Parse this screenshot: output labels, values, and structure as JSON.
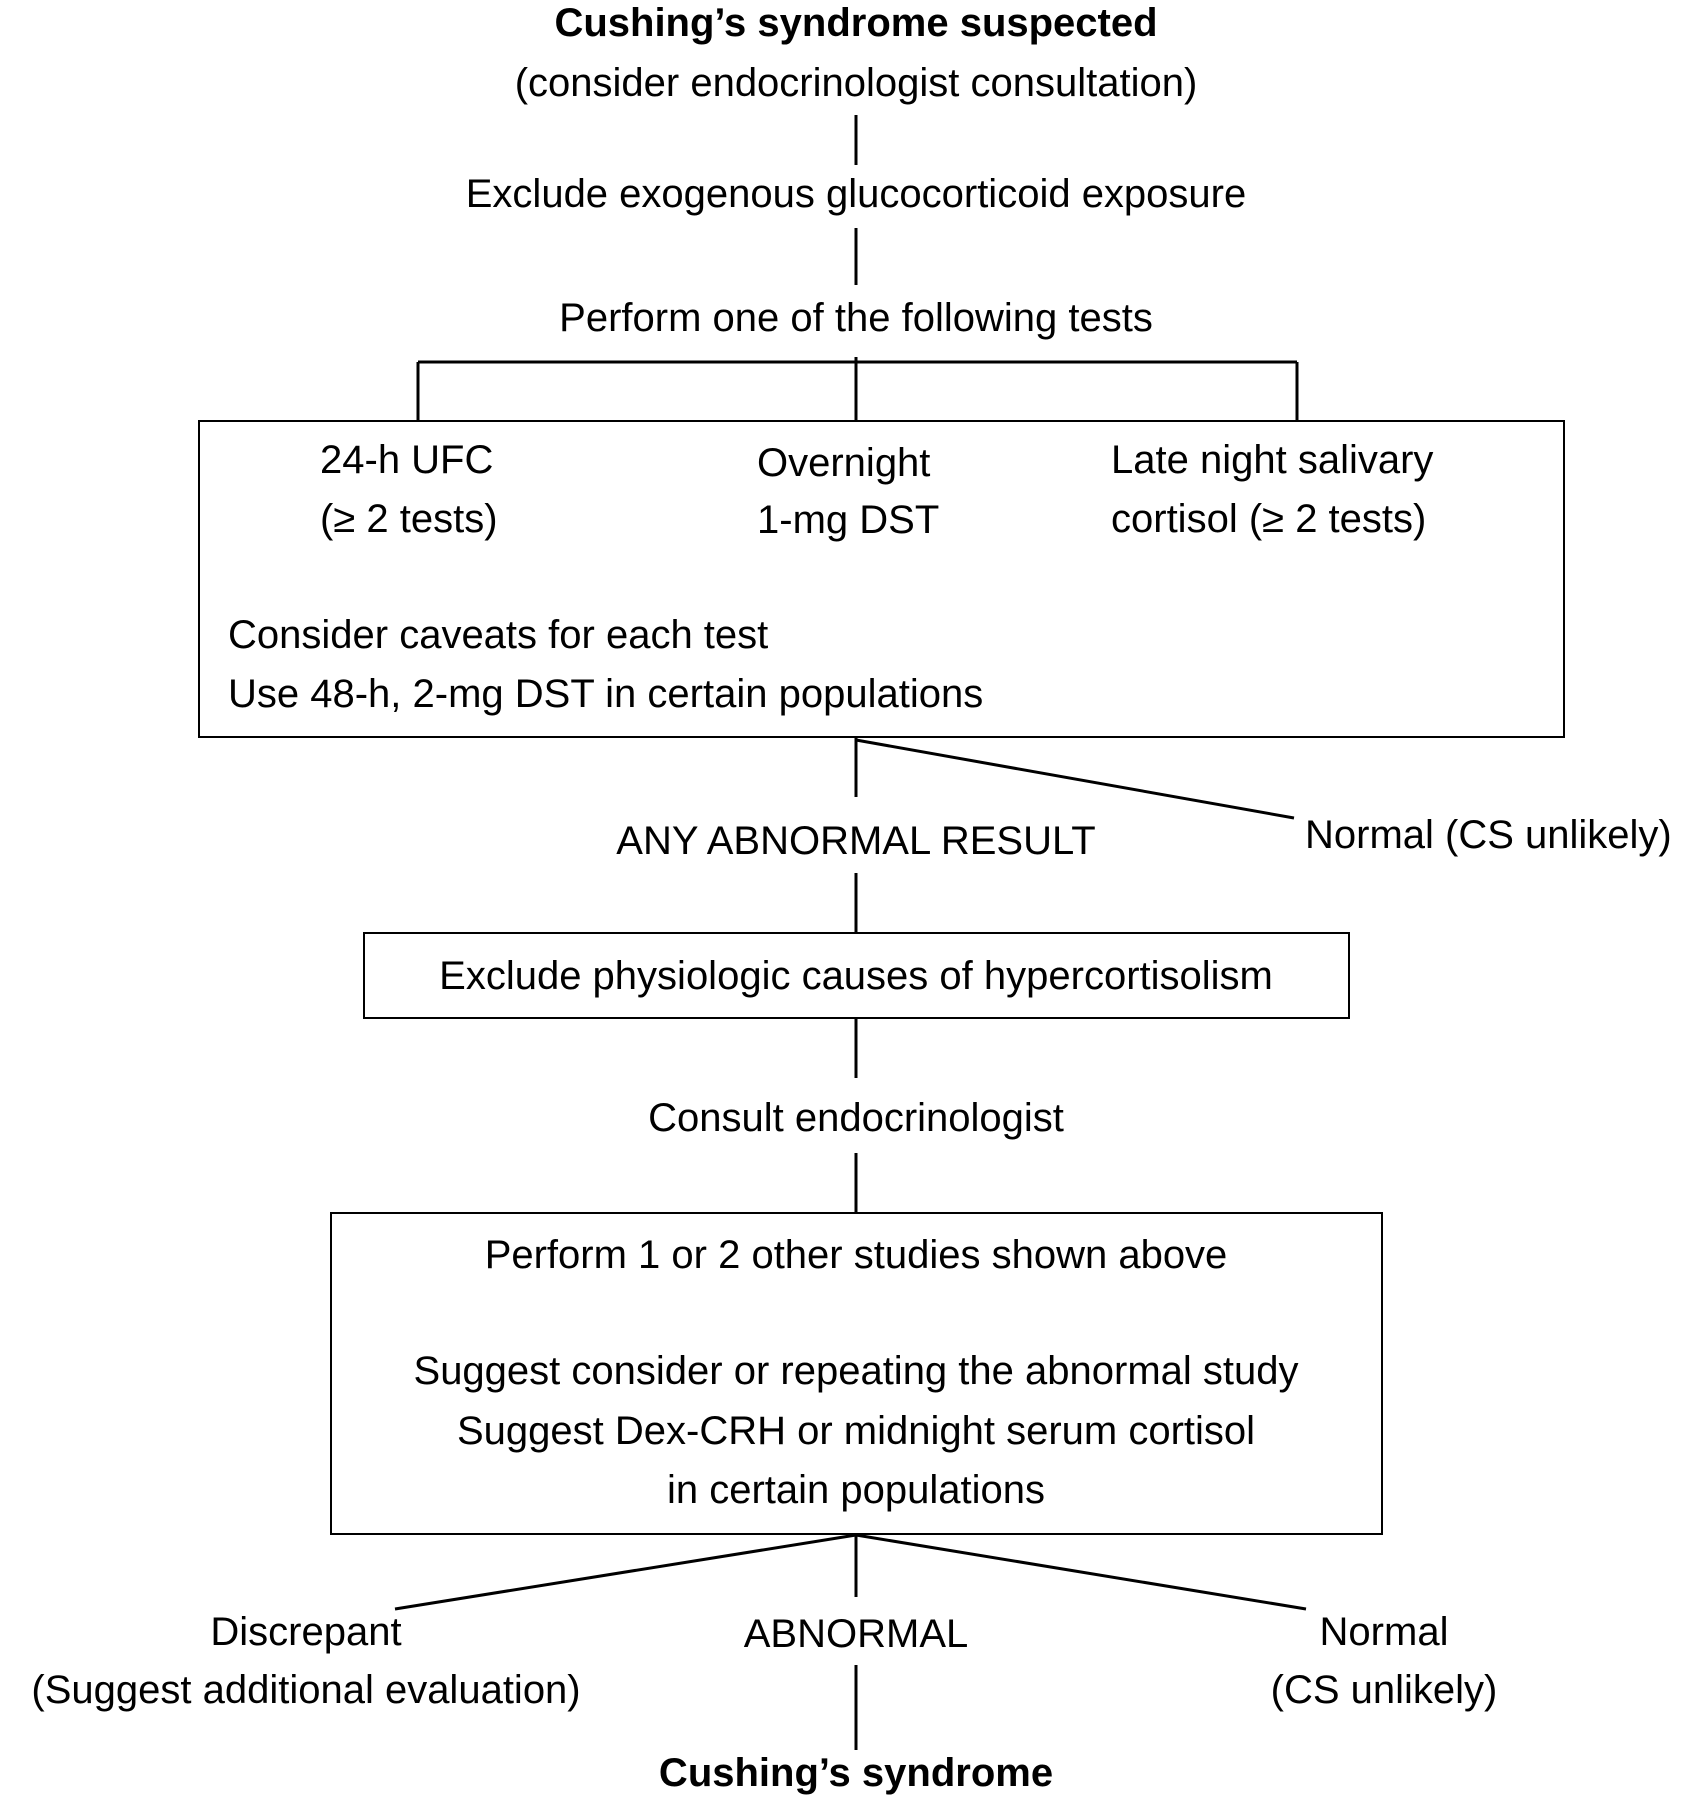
{
  "start": {
    "title": "Cushing’s syndrome suspected",
    "note": "(consider endocrinologist consultation)"
  },
  "steps": {
    "exclude_exogenous": "Exclude exogenous glucocorticoid exposure",
    "perform_one": "Perform one of the following tests"
  },
  "screening_tests": {
    "ufc": {
      "line1": "24-h UFC",
      "line2": "(≥ 2 tests)"
    },
    "dst": {
      "line1": "Overnight",
      "line2": "1-mg DST"
    },
    "saliva": {
      "line1": "Late night salivary",
      "line2": "cortisol (≥ 2 tests)"
    },
    "caveat1": "Consider caveats for each test",
    "caveat2": "Use 48-h, 2-mg DST in certain populations"
  },
  "first_outcomes": {
    "abnormal": "ANY ABNORMAL RESULT",
    "normal": "Normal (CS unlikely)"
  },
  "physiologic": "Exclude physiologic causes of hypercortisolism",
  "consult": "Consult endocrinologist",
  "second_tests": {
    "line1": "Perform 1 or 2 other studies shown above",
    "line2": "Suggest consider or repeating the abnormal study",
    "line3": "Suggest Dex-CRH or midnight serum cortisol",
    "line4": "in certain populations"
  },
  "final_outcomes": {
    "discrepant_1": "Discrepant",
    "discrepant_2": "(Suggest additional evaluation)",
    "abnormal": "ABNORMAL",
    "normal_1": "Normal",
    "normal_2": "(CS unlikely)"
  },
  "diagnosis": "Cushing’s syndrome"
}
